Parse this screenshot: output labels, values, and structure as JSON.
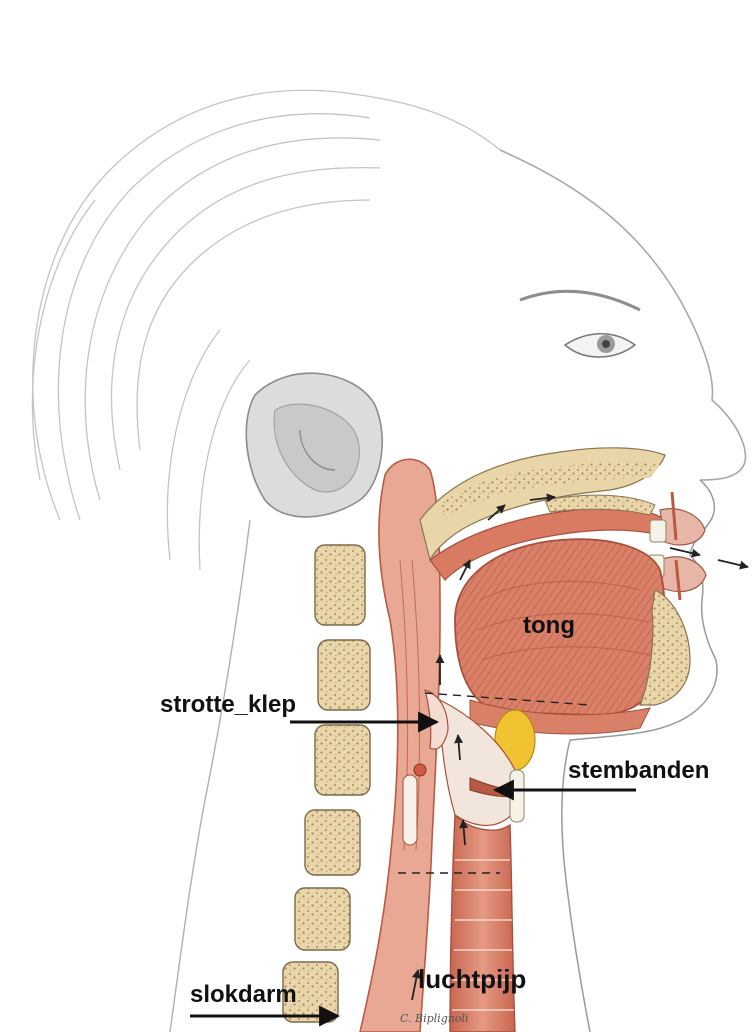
{
  "labels": {
    "tong": "tong",
    "strotteklep": "strotte_klep",
    "stembanden": "stembanden",
    "luchtpijp": "luchtpijp",
    "slokdarm": "slokdarm"
  },
  "signature": "C. Biplignoli",
  "colors": {
    "muscle": "#d9806a",
    "muscle_dark": "#b85a44",
    "bone": "#e6d2a6",
    "bone_spots": "#b89a62",
    "skin_line": "#9a9a9a",
    "hair": "#cfcfcf",
    "fat": "#f1c232",
    "label": "#111111"
  }
}
